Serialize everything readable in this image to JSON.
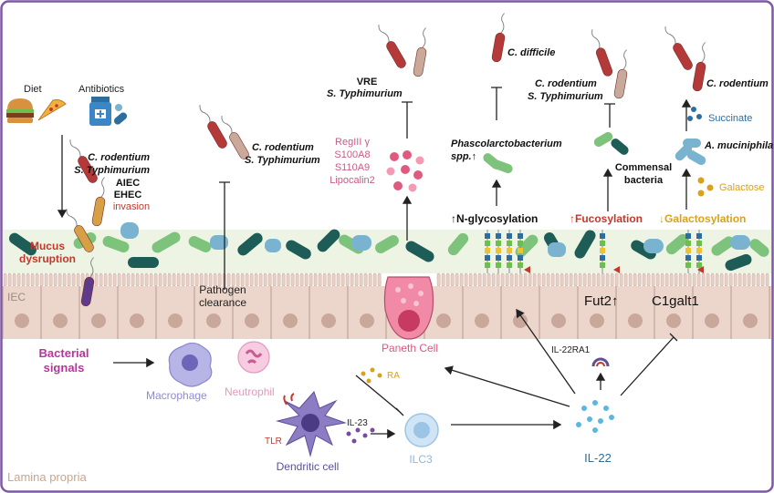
{
  "labels": {
    "diet": "Diet",
    "antibiotics": "Antibiotics",
    "invasion_pathogens": [
      "C. rodentium",
      "S. Typhimurium",
      "AIEC",
      "EHEC"
    ],
    "invasion": "invasion",
    "mucus_1": "Mucus",
    "mucus_2": "dysruption",
    "clearance_targets": [
      "C. rodentium",
      "S. Typhimurium"
    ],
    "pathogen_clearance_1": "Pathogen",
    "pathogen_clearance_2": "clearance",
    "amp_targets": [
      "VRE",
      "S. Typhimurium"
    ],
    "amps": [
      "RegIII γ",
      "S100A8",
      "S110A9",
      "Lipocalin2"
    ],
    "c_difficile": "C. difficile",
    "phascolarcto_1": "Phascolarctobacterium",
    "phascolarcto_2": "spp.↑",
    "n_glyco": "↑N-glycosylation",
    "fuco_targets": [
      "C. rodentium",
      "S. Typhimurium"
    ],
    "commensal_1": "Commensal",
    "commensal_2": "bacteria",
    "fucosylation": "↑Fucosylation",
    "c_rodentium_right": "C. rodentium",
    "succinate": "Succinate",
    "a_muciniphila": "A. muciniphila",
    "galactose": "Galactose",
    "galactosylation": "↓Galactosylation",
    "iec": "IEC",
    "fut2": "Fut2↑",
    "c1galt1": "C1galt1",
    "paneth_cell": "Paneth Cell",
    "il22ra1": "IL-22RA1",
    "bacterial_1": "Bacterial",
    "bacterial_2": "signals",
    "macrophage": "Macrophage",
    "neutrophil": "Neutrophil",
    "ra": "RA",
    "tlr": "TLR",
    "il23": "IL-23",
    "dendritic": "Dendritic cell",
    "ilc3": "ILC3",
    "il22": "IL-22",
    "lamina_propria": "Lamina propria"
  },
  "colors": {
    "frame": "#7e57a8",
    "mucus_band": "#eef4e4",
    "epithelium": "#ecd6cb",
    "nucleus": "#c9a89b",
    "bacteria_dark": "#1d5c57",
    "bacteria_green": "#7dc37b",
    "bacteria_blue": "#7ab3cf",
    "pathogen_red": "#b43a3a",
    "pathogen_tan": "#c9a999",
    "paneth_pink": "#f08aa7",
    "macrophage": "#9b97d6",
    "neutrophil": "#f1b4d0",
    "dendritic": "#6a5aa3",
    "ilc3": "#bfd9ef",
    "il22_dot": "#5bb7e0",
    "highlight_red": "#c0392b",
    "magenta": "#b5369b",
    "galactose_gold": "#d9a21c",
    "succinate_blue": "#2d6e9e"
  }
}
